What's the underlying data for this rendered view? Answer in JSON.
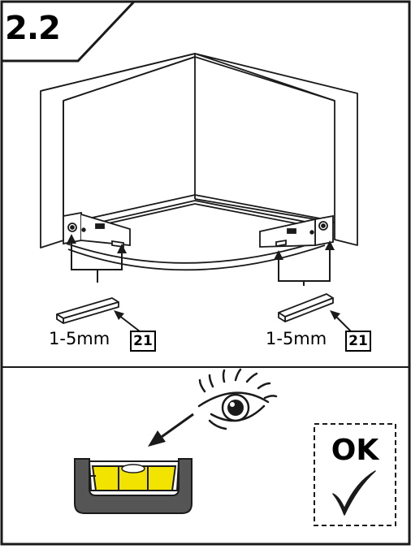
{
  "step": {
    "number": "2.2"
  },
  "left_shim": {
    "thickness_label": "1-5mm",
    "part_number": "21"
  },
  "right_shim": {
    "thickness_label": "1-5mm",
    "part_number": "21"
  },
  "check": {
    "ok_label": "OK"
  },
  "colors": {
    "line": "#1a1a1a",
    "level_body": "#555555",
    "level_vial": "#f2e400",
    "white": "#ffffff"
  },
  "icons": [
    "eye-icon",
    "spirit-level-icon",
    "checkmark-icon"
  ]
}
